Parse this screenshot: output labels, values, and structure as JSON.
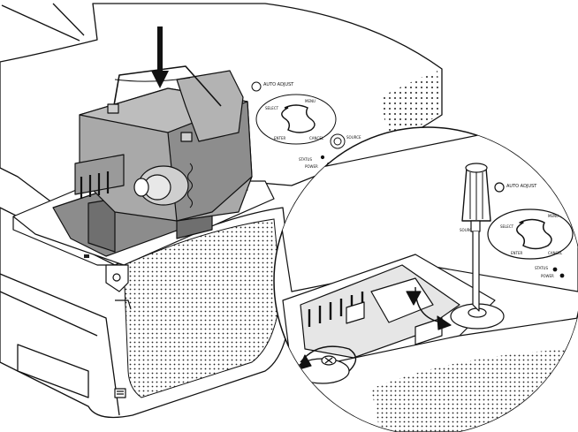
{
  "labels": {
    "auto_adjust": "AUTO ADJUST",
    "auto_adjust_2": "AUTO ADJUST",
    "select": "SELECT",
    "enter": "ENTER",
    "menu": "MENU",
    "cancel": "CANCEL",
    "status": "STATUS",
    "power": "POWER",
    "source": "SOURCE",
    "source_2": "SOURCE",
    "status_2": "STATUS",
    "power_2": "POWER",
    "select_2": "SELECT",
    "enter_2": "ENTER",
    "menu_2": "MENU",
    "cancel_2": "CANCEL"
  },
  "colors": {
    "line": "#111111",
    "lamp_fill": "#a9a9a9",
    "lamp_dark": "#7d7d7d",
    "cavity": "#8c8c8c",
    "body": "#ffffff"
  }
}
